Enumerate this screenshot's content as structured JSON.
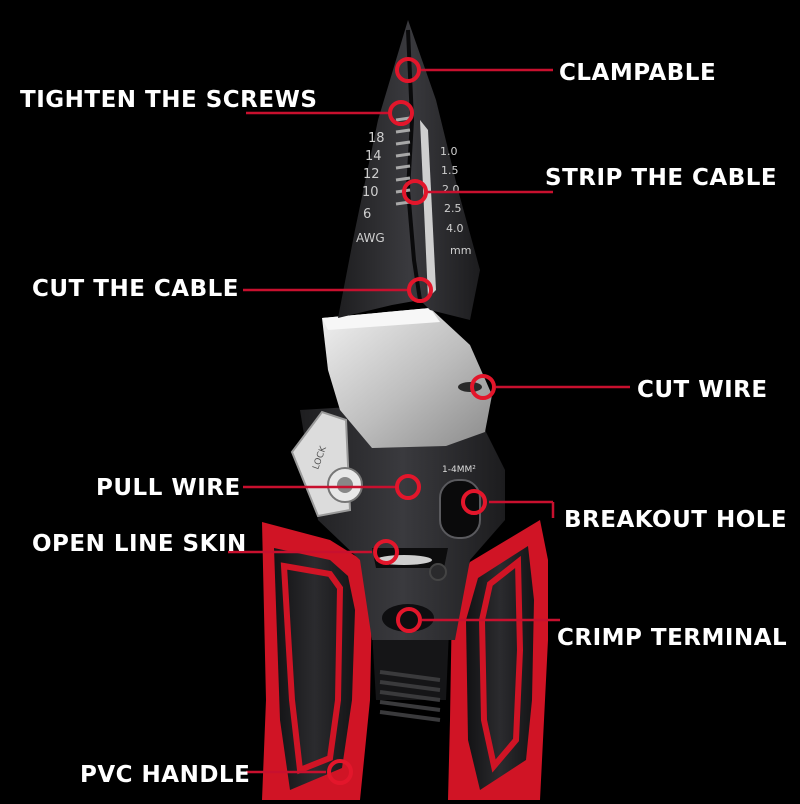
{
  "features": [
    {
      "id": "clampable",
      "label": "CLAMPABLE"
    },
    {
      "id": "tighten-screws",
      "label": "TIGHTEN THE SCREWS"
    },
    {
      "id": "strip-cable",
      "label": "STRIP THE CABLE"
    },
    {
      "id": "cut-cable",
      "label": "CUT THE CABLE"
    },
    {
      "id": "cut-wire",
      "label": "CUT WIRE"
    },
    {
      "id": "pull-wire",
      "label": "PULL WIRE"
    },
    {
      "id": "breakout-hole",
      "label": "BREAKOUT HOLE"
    },
    {
      "id": "open-line-skin",
      "label": "OPEN LINE SKIN"
    },
    {
      "id": "crimp-terminal",
      "label": "CRIMP TERMINAL"
    },
    {
      "id": "pvc-handle",
      "label": "PVC HANDLE"
    }
  ],
  "tool_markings": {
    "awg_values": [
      "18",
      "14",
      "12",
      "10",
      "6"
    ],
    "awg_unit": "AWG",
    "mm_values": [
      "1.0",
      "1.5",
      "2.0",
      "2.5",
      "4.0"
    ],
    "mm_unit": "mm",
    "breakout_range": "1-4MM²",
    "lock_text": "LOCK"
  },
  "colors": {
    "background": "#000000",
    "accent_red": "#e3162b",
    "callout_line": "#c8102e",
    "label_text": "#ffffff",
    "handle_black": "#1c1c1e",
    "blade_dark": "#2a2a2d",
    "steel_light": "#d8d8d8"
  }
}
